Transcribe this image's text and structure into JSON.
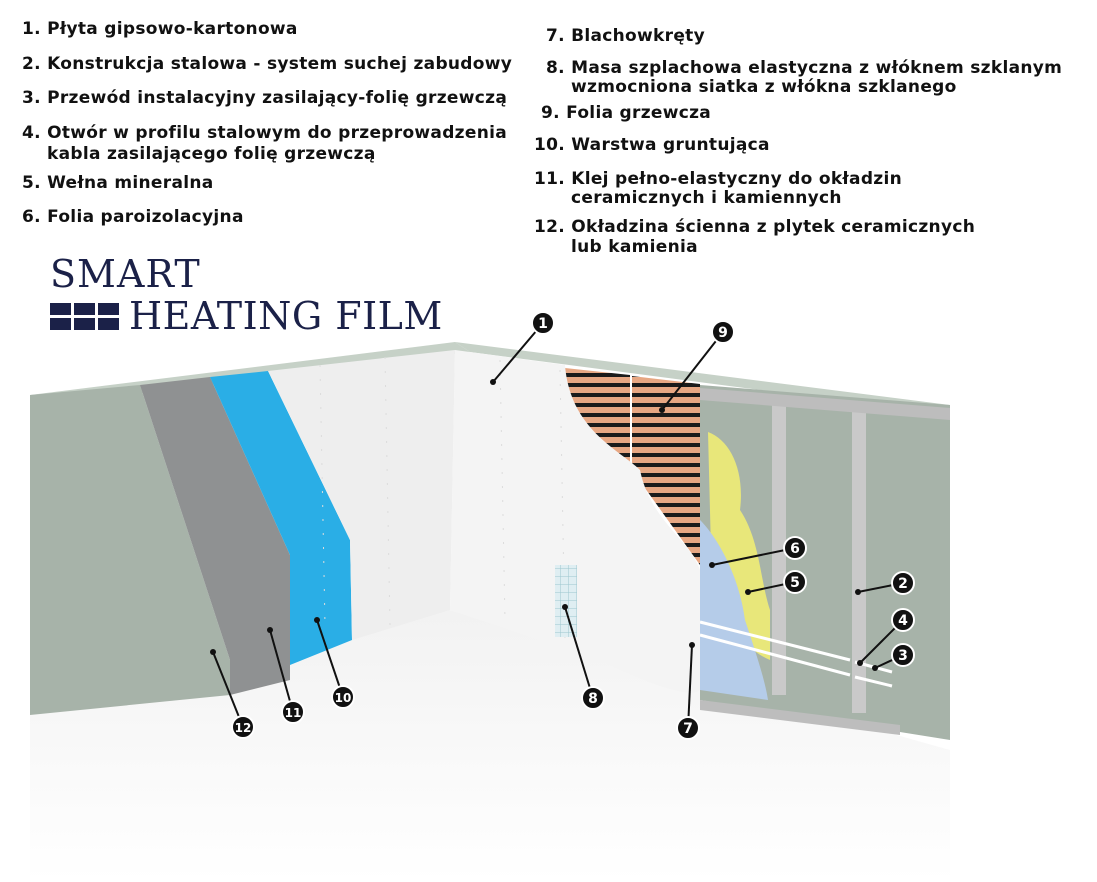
{
  "legend": {
    "items": [
      {
        "num": "1.",
        "text": "Płyta  gipsowo-kartonowa",
        "cont": ""
      },
      {
        "num": "2.",
        "text": "Konstrukcja stalowa - system suchej zabudowy",
        "cont": ""
      },
      {
        "num": "3.",
        "text": "Przewód instalacyjny zasilający-folię grzewczą",
        "cont": ""
      },
      {
        "num": "4.",
        "text": "Otwór w profilu stalowym do przeprowadzenia",
        "cont": "kabla zasilającego folię grzewczą"
      },
      {
        "num": "5.",
        "text": "Wełna mineralna",
        "cont": ""
      },
      {
        "num": "6.",
        "text": "Folia paroizolacyjna",
        "cont": ""
      },
      {
        "num": "7.",
        "text": "Blachowkręty",
        "cont": ""
      },
      {
        "num": "8.",
        "text": "Masa szplachowa elastyczna z włóknem szklanym",
        "cont": "wzmocniona siatka z włókna szklanego"
      },
      {
        "num": "9.",
        "text": "Folia grzewcza",
        "cont": ""
      },
      {
        "num": "10.",
        "text": "Warstwa gruntująca",
        "cont": ""
      },
      {
        "num": "11.",
        "text": "Klej pełno-elastyczny do okładzin",
        "cont": "ceramicznych i kamiennych"
      },
      {
        "num": "12.",
        "text": "Okładzina ścienna z plytek ceramicznych",
        "cont": "lub kamienia"
      }
    ]
  },
  "brand": {
    "line1": "SMART",
    "line2": "HEATING FILM",
    "color": "#1b2148"
  },
  "markers": [
    "1",
    "2",
    "3",
    "4",
    "5",
    "6",
    "7",
    "8",
    "9",
    "10",
    "11",
    "12"
  ],
  "colors": {
    "concrete": "#a7b3a9",
    "adhesive": "#8f9192",
    "primer": "#2aaee6",
    "plasterboard": "#f4f4f4",
    "heating_film": "#e7a783",
    "mineral_wool": "#e8e77a",
    "vapour_foil": "#b5cce9",
    "steel": "#c9c9c9"
  }
}
